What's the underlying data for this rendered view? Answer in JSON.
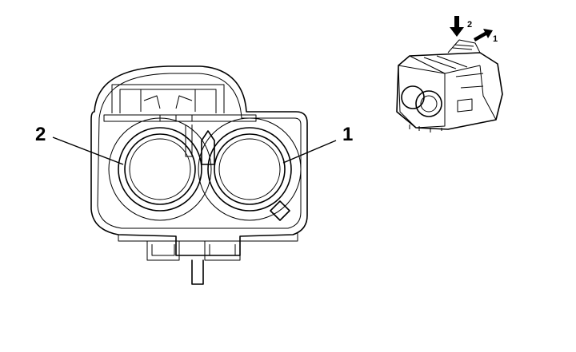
{
  "diagram": {
    "callouts": [
      {
        "id": "cavity-2",
        "label": "2"
      },
      {
        "id": "cavity-1",
        "label": "1"
      }
    ],
    "thumbnail": {
      "arrows": [
        {
          "id": "arrow-down",
          "label": "2"
        },
        {
          "id": "arrow-right",
          "label": "1"
        }
      ]
    },
    "colors": {
      "line": "#000000",
      "background": "#ffffff"
    }
  }
}
